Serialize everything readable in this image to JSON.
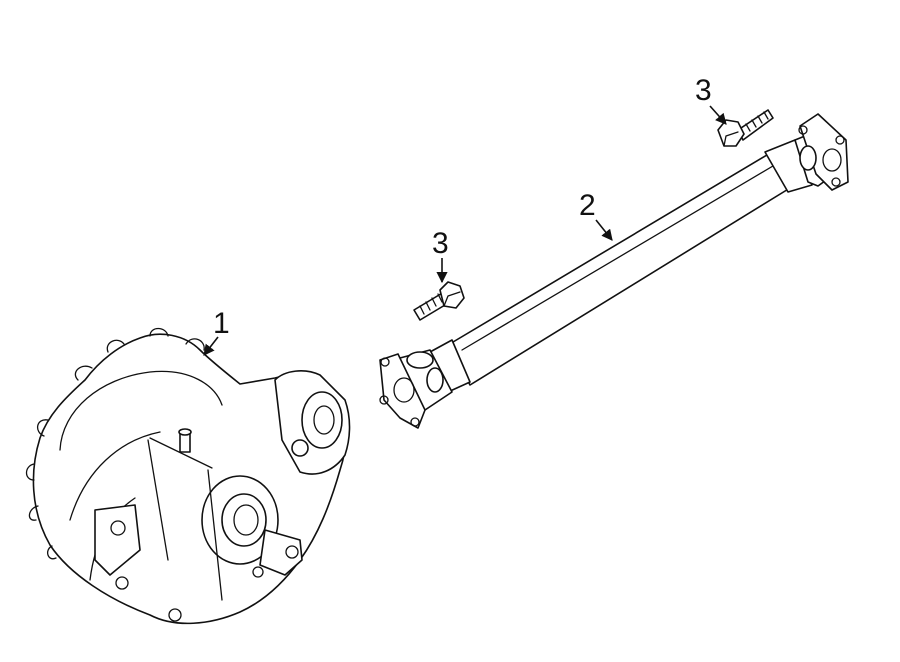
{
  "callouts": {
    "front_differential": "1",
    "drive_shaft": "2",
    "bolt_upper": "3",
    "bolt_lower": "3"
  },
  "colors": {
    "line": "#111111",
    "background": "#ffffff"
  }
}
